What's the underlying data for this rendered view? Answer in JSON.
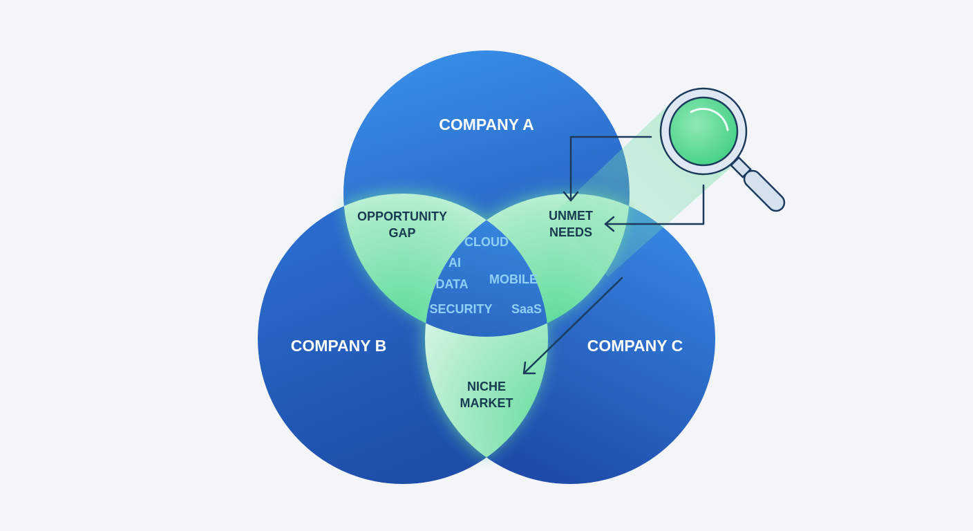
{
  "diagram": {
    "type": "venn",
    "sets": [
      {
        "id": "A",
        "label": "COMPANY A"
      },
      {
        "id": "B",
        "label": "COMPANY B"
      },
      {
        "id": "C",
        "label": "COMPANY C"
      }
    ],
    "intersections": {
      "AB": [
        "OPPORTUNITY",
        "GAP"
      ],
      "AC": [
        "UNMET",
        "NEEDS"
      ],
      "BC": [
        "NICHE",
        "MARKET"
      ]
    },
    "core_terms": [
      "CLOUD",
      "AI",
      "DATA",
      "MOBILE",
      "SECURITY",
      "SaaS"
    ],
    "magnifier": {
      "icon": "magnifying-glass-icon",
      "points_to": [
        "AC",
        "BC"
      ]
    },
    "colors": {
      "background": "#f3f5f8",
      "circle_light": "#3a8ee8",
      "circle_dark": "#1f4fae",
      "overlap_green": "#5ed99a",
      "overlap_pale": "#e6f8ee",
      "core_text": "#8fd0f5",
      "dark_text": "#173a52",
      "arrow": "#1b3a5c",
      "white_text": "#ffffff"
    }
  }
}
